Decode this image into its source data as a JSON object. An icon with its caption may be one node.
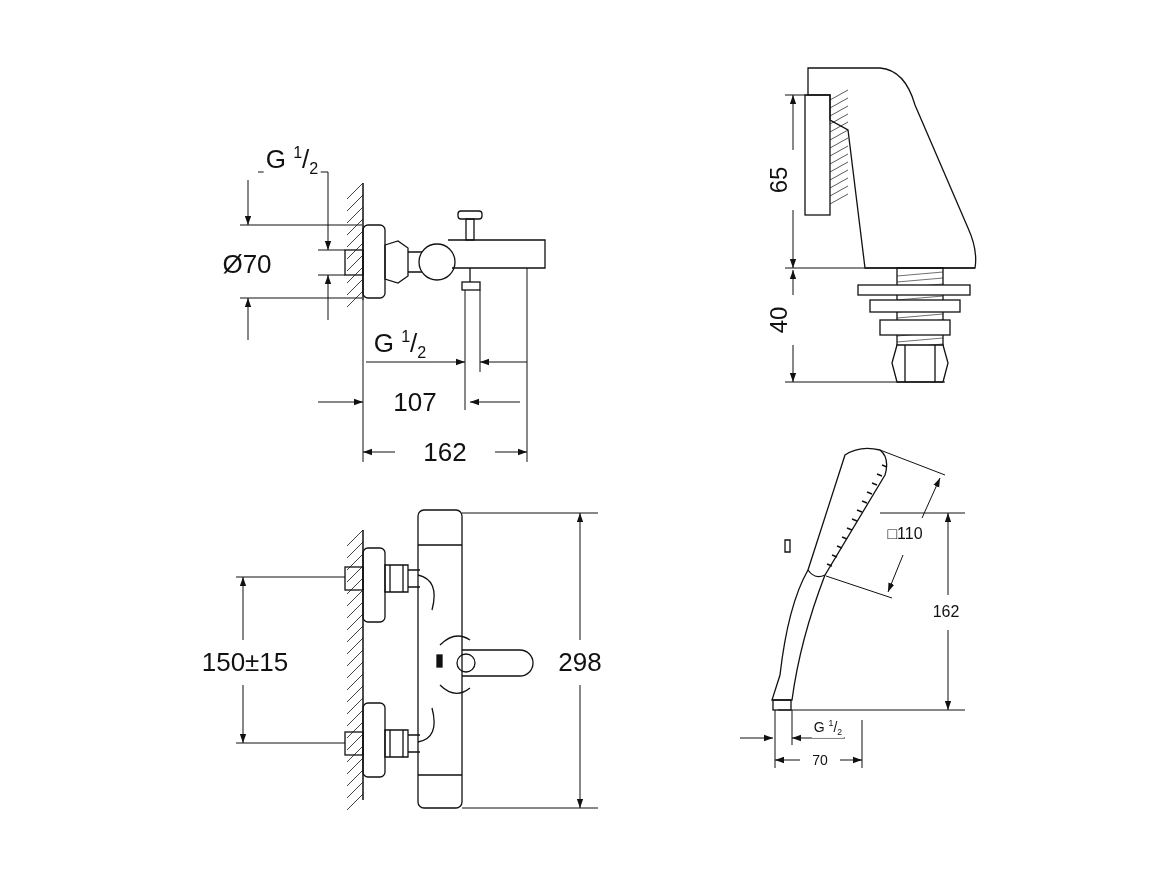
{
  "diagram": {
    "labels": [
      "G $^{1}$/$_{2}$",
      "65",
      "Ø70",
      "40",
      "G $^{1}$/$_{2}$",
      "107",
      "162",
      "□110",
      "150±15",
      "298",
      "162",
      "G $^{1}$/$_{2}$",
      "70"
    ]
  }
}
